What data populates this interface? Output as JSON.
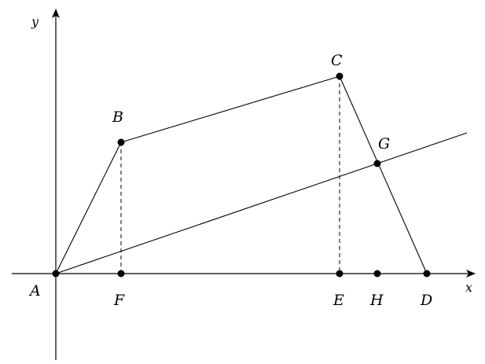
{
  "axes": {
    "x_label": "x",
    "y_label": "y"
  },
  "points": {
    "A": "A",
    "B": "B",
    "C": "C",
    "D": "D",
    "E": "E",
    "F": "F",
    "G": "G",
    "H": "H"
  },
  "colors": {
    "stroke": "#000000",
    "background": "#ffffff"
  }
}
